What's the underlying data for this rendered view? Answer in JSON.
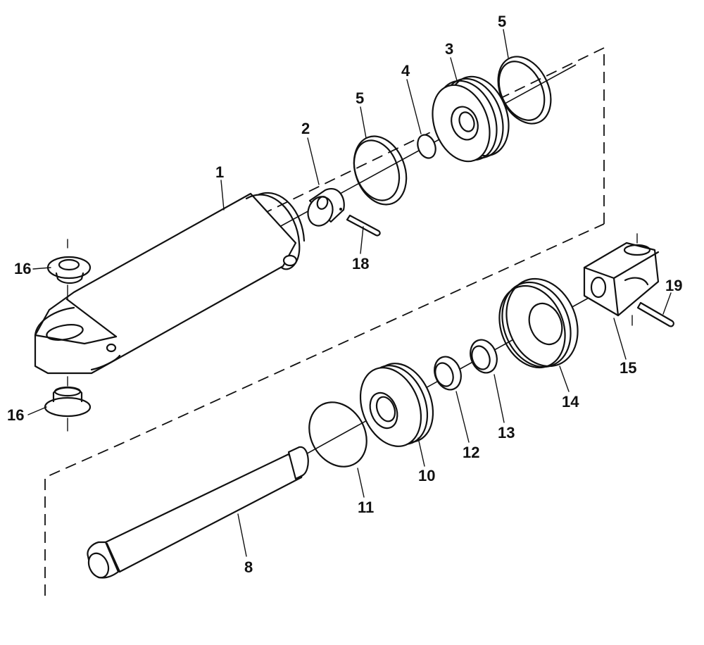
{
  "diagram": {
    "type": "exploded-parts-view",
    "callouts": [
      {
        "id": "c1",
        "text": "1"
      },
      {
        "id": "c2",
        "text": "2"
      },
      {
        "id": "c3",
        "text": "3"
      },
      {
        "id": "c4",
        "text": "4"
      },
      {
        "id": "c5a",
        "text": "5"
      },
      {
        "id": "c5b",
        "text": "5"
      },
      {
        "id": "c8",
        "text": "8"
      },
      {
        "id": "c10",
        "text": "10"
      },
      {
        "id": "c11",
        "text": "11"
      },
      {
        "id": "c12",
        "text": "12"
      },
      {
        "id": "c13",
        "text": "13"
      },
      {
        "id": "c14",
        "text": "14"
      },
      {
        "id": "c15",
        "text": "15"
      },
      {
        "id": "c16a",
        "text": "16"
      },
      {
        "id": "c16b",
        "text": "16"
      },
      {
        "id": "c18",
        "text": "18"
      },
      {
        "id": "c19",
        "text": "19"
      }
    ]
  }
}
